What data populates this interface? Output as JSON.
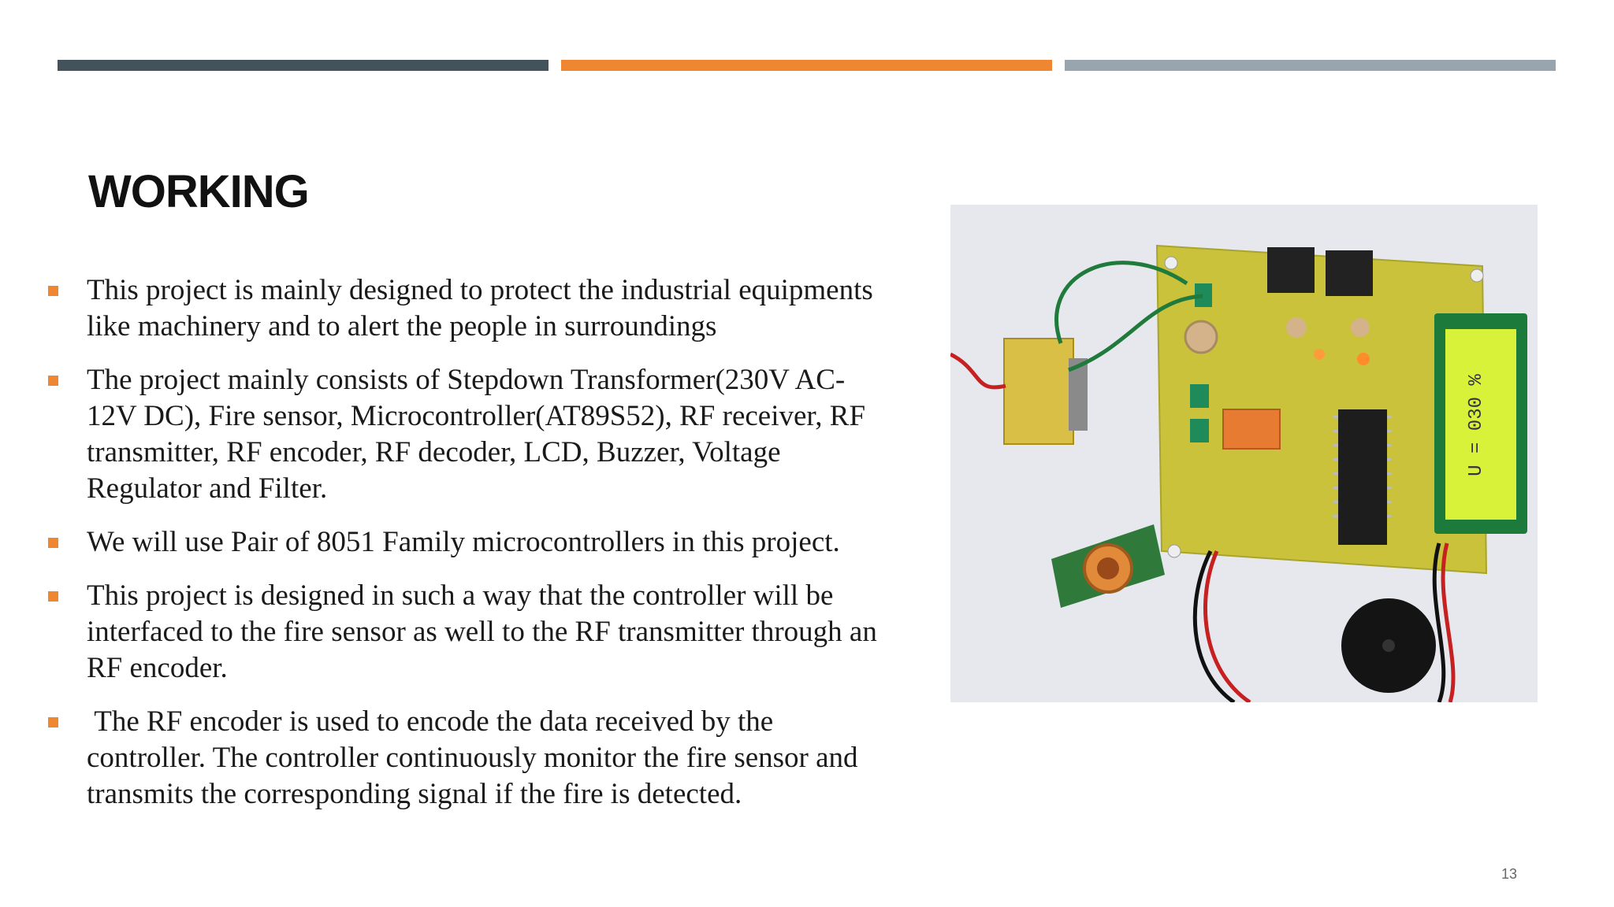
{
  "slide": {
    "title": "WORKING",
    "page_number": "13",
    "bullets": [
      "This project is mainly designed to protect the industrial equipments like machinery and to alert the people in surroundings",
      "The project mainly consists of Stepdown Transformer(230V AC-12V DC), Fire sensor, Microcontroller(AT89S52), RF receiver, RF transmitter, RF encoder, RF decoder, LCD, Buzzer, Voltage Regulator and Filter.",
      "We will use Pair of 8051 Family microcontrollers in this project.",
      "This project is designed in such a way that the controller will be interfaced to the fire sensor as well to the RF transmitter through an RF encoder.",
      " The RF encoder is used to encode the data received by the controller. The controller continuously monitor the fire sensor and transmits the corresponding signal if the fire is detected."
    ],
    "lcd_text": "U = 030 %",
    "colors": {
      "bar_dark": "#44525c",
      "bar_orange": "#ef8732",
      "bar_gray": "#98a4ae",
      "bullet": "#ef8732"
    }
  }
}
